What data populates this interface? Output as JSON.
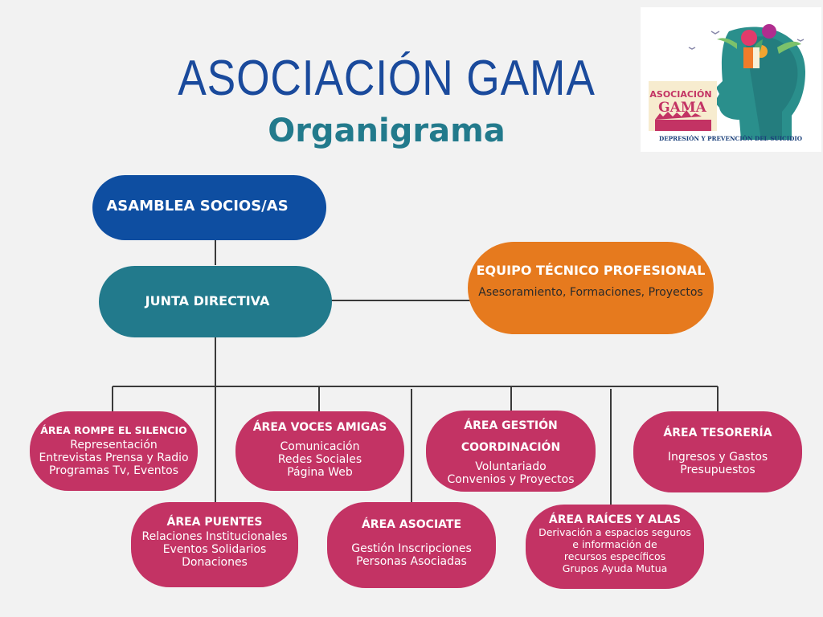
{
  "header": {
    "title": "ASOCIACIÓN GAMA",
    "subtitle": "Organigrama"
  },
  "logo": {
    "line1": "ASOCIACIÓN",
    "line2": "GAMA",
    "tagline": "DEPRESIÓN Y PREVENCIÓN DEL SUICIDIO"
  },
  "nodes": {
    "asamblea": {
      "title": "ASAMBLEA SOCIOS/AS"
    },
    "junta": {
      "title": "JUNTA DIRECTIVA"
    },
    "equipo": {
      "title": "EQUIPO TÉCNICO PROFESIONAL",
      "items": [
        "Asesoramiento, Formaciones, Proyectos"
      ]
    },
    "rompe": {
      "title": "ÁREA ROMPE EL SILENCIO",
      "items": [
        "Representación",
        "Entrevistas Prensa y Radio",
        "Programas Tv, Eventos"
      ]
    },
    "voces": {
      "title": "ÁREA VOCES AMIGAS",
      "items": [
        "Comunicación",
        "Redes Sociales",
        "Página Web"
      ]
    },
    "gestion": {
      "title1": "ÁREA GESTIÓN",
      "title2": "COORDINACIÓN",
      "items": [
        "Voluntariado",
        "Convenios y Proyectos"
      ]
    },
    "tesoreria": {
      "title": "ÁREA TESORERÍA",
      "items": [
        "Ingresos y Gastos",
        "Presupuestos"
      ]
    },
    "puentes": {
      "title": "ÁREA PUENTES",
      "items": [
        "Relaciones Institucionales",
        "Eventos Solidarios",
        "Donaciones"
      ]
    },
    "asociate": {
      "title": "ÁREA ASOCIATE",
      "items": [
        "Gestión Inscripciones",
        "Personas Asociadas"
      ]
    },
    "raices": {
      "title": "ÁREA RAÍCES Y ALAS",
      "items": [
        "Derivación a espacios seguros",
        "e información de",
        "recursos específicos",
        "Grupos Ayuda Mutua"
      ]
    }
  },
  "colors": {
    "background": "#f2f2f2",
    "title": "#1a4a9c",
    "subtitle": "#227a8c",
    "asamblea": "#0e4ea1",
    "junta": "#227a8c",
    "equipo": "#e67a1e",
    "area": "#c33364"
  }
}
